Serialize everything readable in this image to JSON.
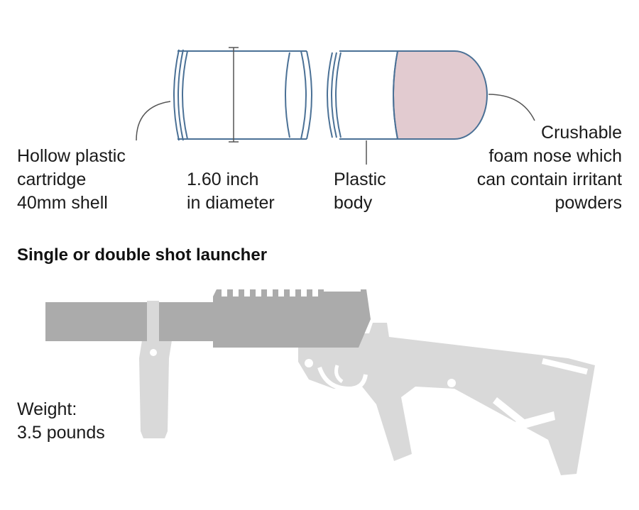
{
  "shell_labels": {
    "cartridge": [
      "Hollow plastic",
      "cartridge",
      "40mm shell"
    ],
    "diameter": [
      "1.60 inch",
      "in diameter"
    ],
    "body": [
      "Plastic",
      "body"
    ],
    "nose": [
      "Crushable",
      "foam nose which",
      "can contain irritant",
      "powders"
    ]
  },
  "launcher": {
    "heading": "Single or double shot launcher",
    "weight": [
      "Weight:",
      "3.5 pounds"
    ]
  },
  "colors": {
    "outline": "#4b7196",
    "foam_nose": "#e2cbd0",
    "leader": "#555555",
    "barrel": "#ababab",
    "body": "#d9d9d9"
  }
}
